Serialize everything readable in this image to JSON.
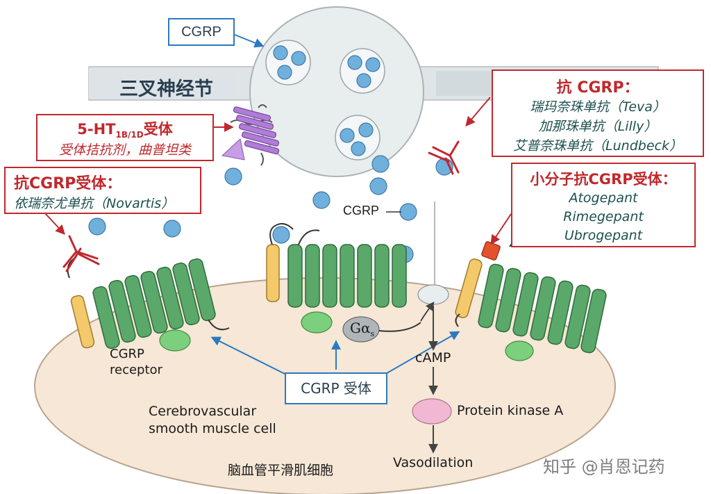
{
  "colors": {
    "red": "#c0282d",
    "blue": "#2b79c2",
    "italic_text": "#1d4f4f",
    "cell": "#f6e7d6",
    "neuron": "#e6ebec",
    "vesicle_ball": "#6fb0dd",
    "helix": "#5aa86a",
    "helix_yellow": "#f3c96b",
    "purple": "#b07cd8",
    "pink": "#f0b8d2",
    "orange_block": "#e4512d"
  },
  "labels": {
    "cgrp_top": "CGRP",
    "ganglion": "三叉神经节",
    "cgrp_mid": "CGRP",
    "cgrp_receptor_line1": "CGRP",
    "cgrp_receptor_line2": "receptor",
    "g_alpha": "Gα",
    "g_alpha_sub": "s",
    "camp": "cAMP",
    "pka": "Protein kinase A",
    "vasodilation": "Vasodilation",
    "cell_line1": "Cerebrovascular",
    "cell_line2": "smooth muscle cell",
    "cell_cn": "脑血管平滑肌细胞",
    "receptor_box": "CGRP 受体",
    "watermark": "知乎 @肖恩记药"
  },
  "boxes": {
    "ht_title_pre": "5-HT",
    "ht_title_sub": "1B/1D",
    "ht_title_post": "受体",
    "ht_italic": "受体拮抗剂，曲普坦类",
    "anti_receptor_title": "抗CGRP受体：",
    "anti_receptor_item": "依瑞奈尤单抗（Novartis）",
    "anti_cgrp_title": "抗 CGRP：",
    "anti_cgrp_items": [
      "瑞玛奈珠单抗（Teva）",
      "加那珠单抗（Lilly）",
      "艾普奈珠单抗（Lundbeck）"
    ],
    "small_title": "小分子抗CGRP受体：",
    "small_items": [
      "Atogepant",
      "Rimegepant",
      "Ubrogepant"
    ]
  }
}
